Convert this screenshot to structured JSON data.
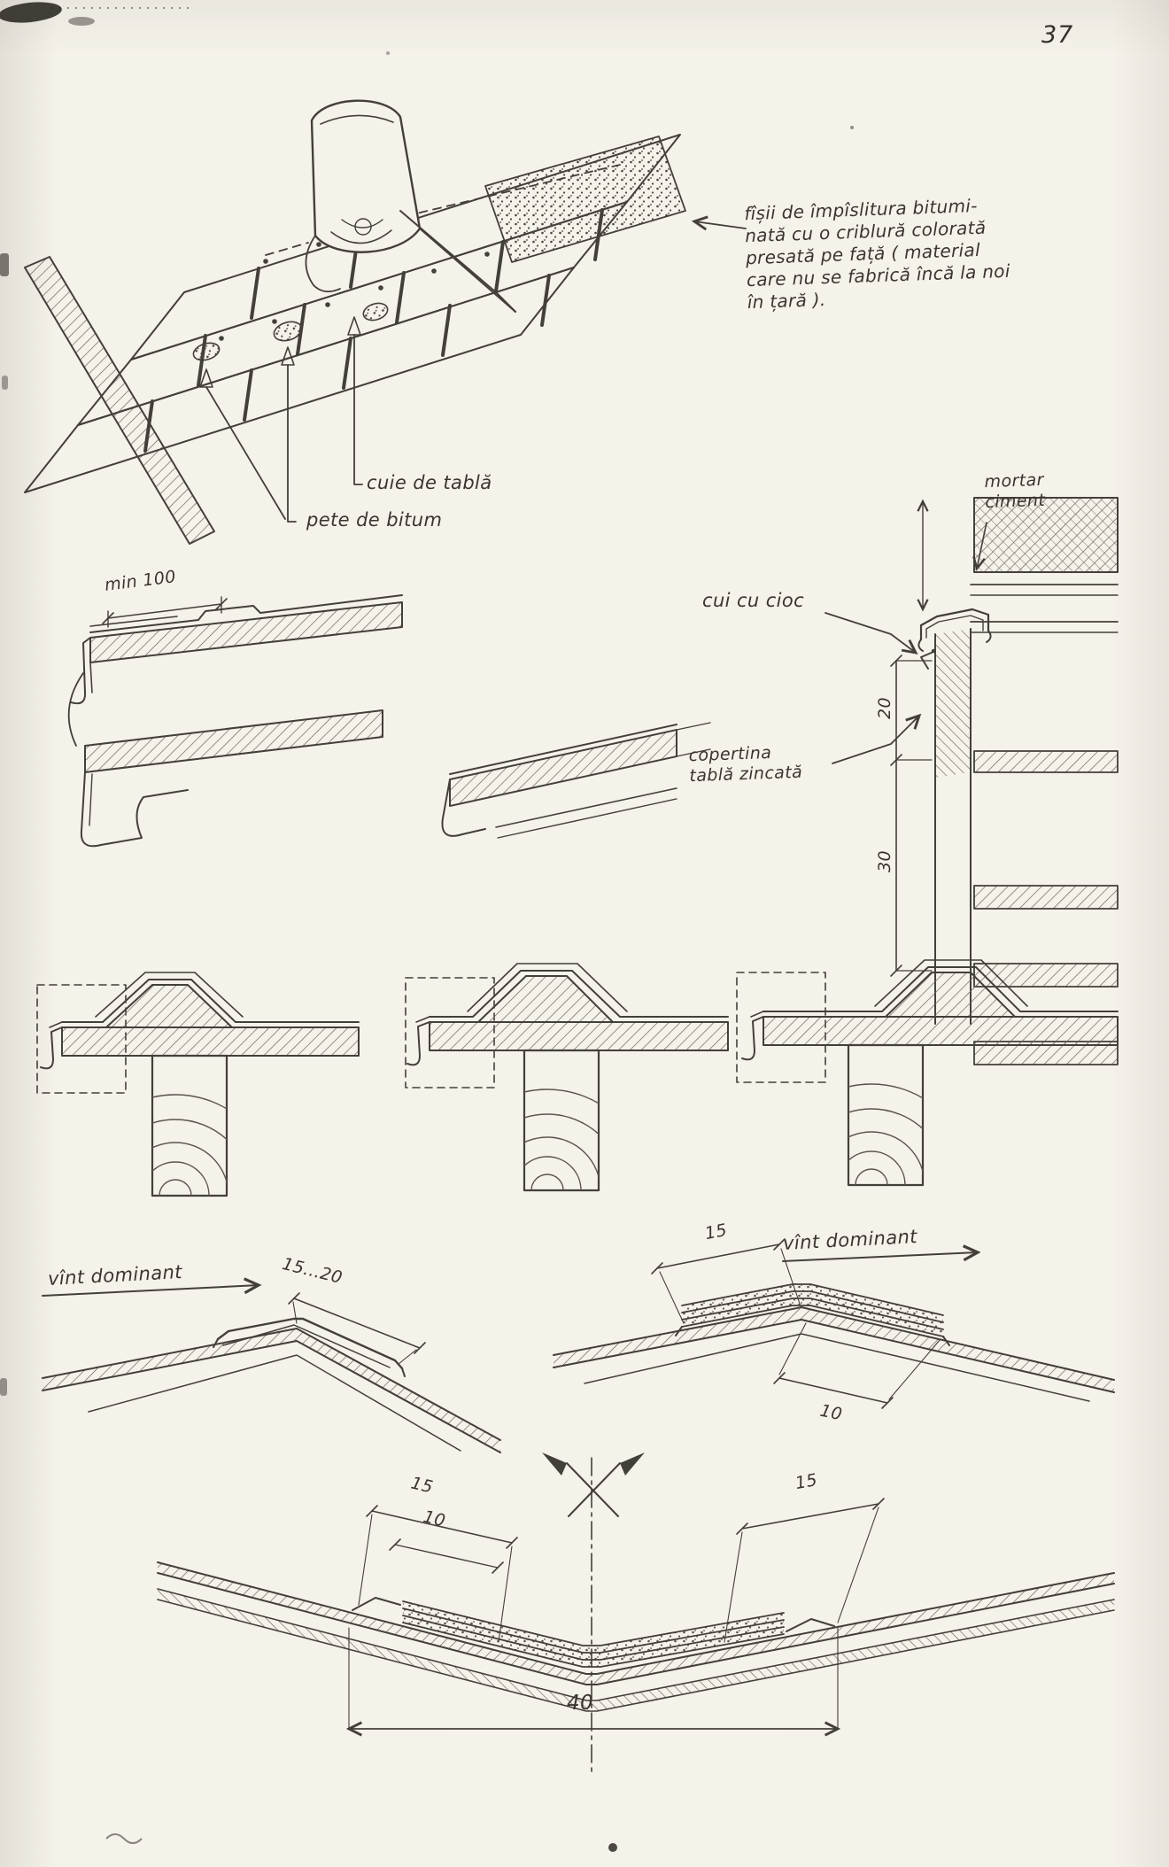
{
  "page": {
    "number": "37"
  },
  "colors": {
    "ink": "#433f39",
    "paper": "#f5f2ea"
  },
  "iso": {
    "note_lines": [
      "fîșii de împîslitura bitumi-",
      "nată cu o criblură colorată",
      "presată pe față ( material",
      "care nu se fabrică încă la noi",
      "în țară )."
    ],
    "label_nails": "cuie de tablă",
    "label_bitumen": "pete de bitum"
  },
  "eave": {
    "dim_min": "min 100"
  },
  "parapet": {
    "mortar_line1": "mortar",
    "mortar_line2": "ciment",
    "nail_label": "cui cu cioc",
    "coping_line1": "copertina",
    "coping_line2": "tablă zincată",
    "dim_20": "20",
    "dim_30": "30"
  },
  "ridge_left": {
    "wind": "vînt dominant",
    "dim": "15...20"
  },
  "ridge_right": {
    "wind": "vînt dominant",
    "dim_top": "15",
    "dim_bottom": "10"
  },
  "valley": {
    "dim_left_15": "15",
    "dim_10": "10",
    "dim_right_15": "15",
    "dim_40": "40"
  }
}
